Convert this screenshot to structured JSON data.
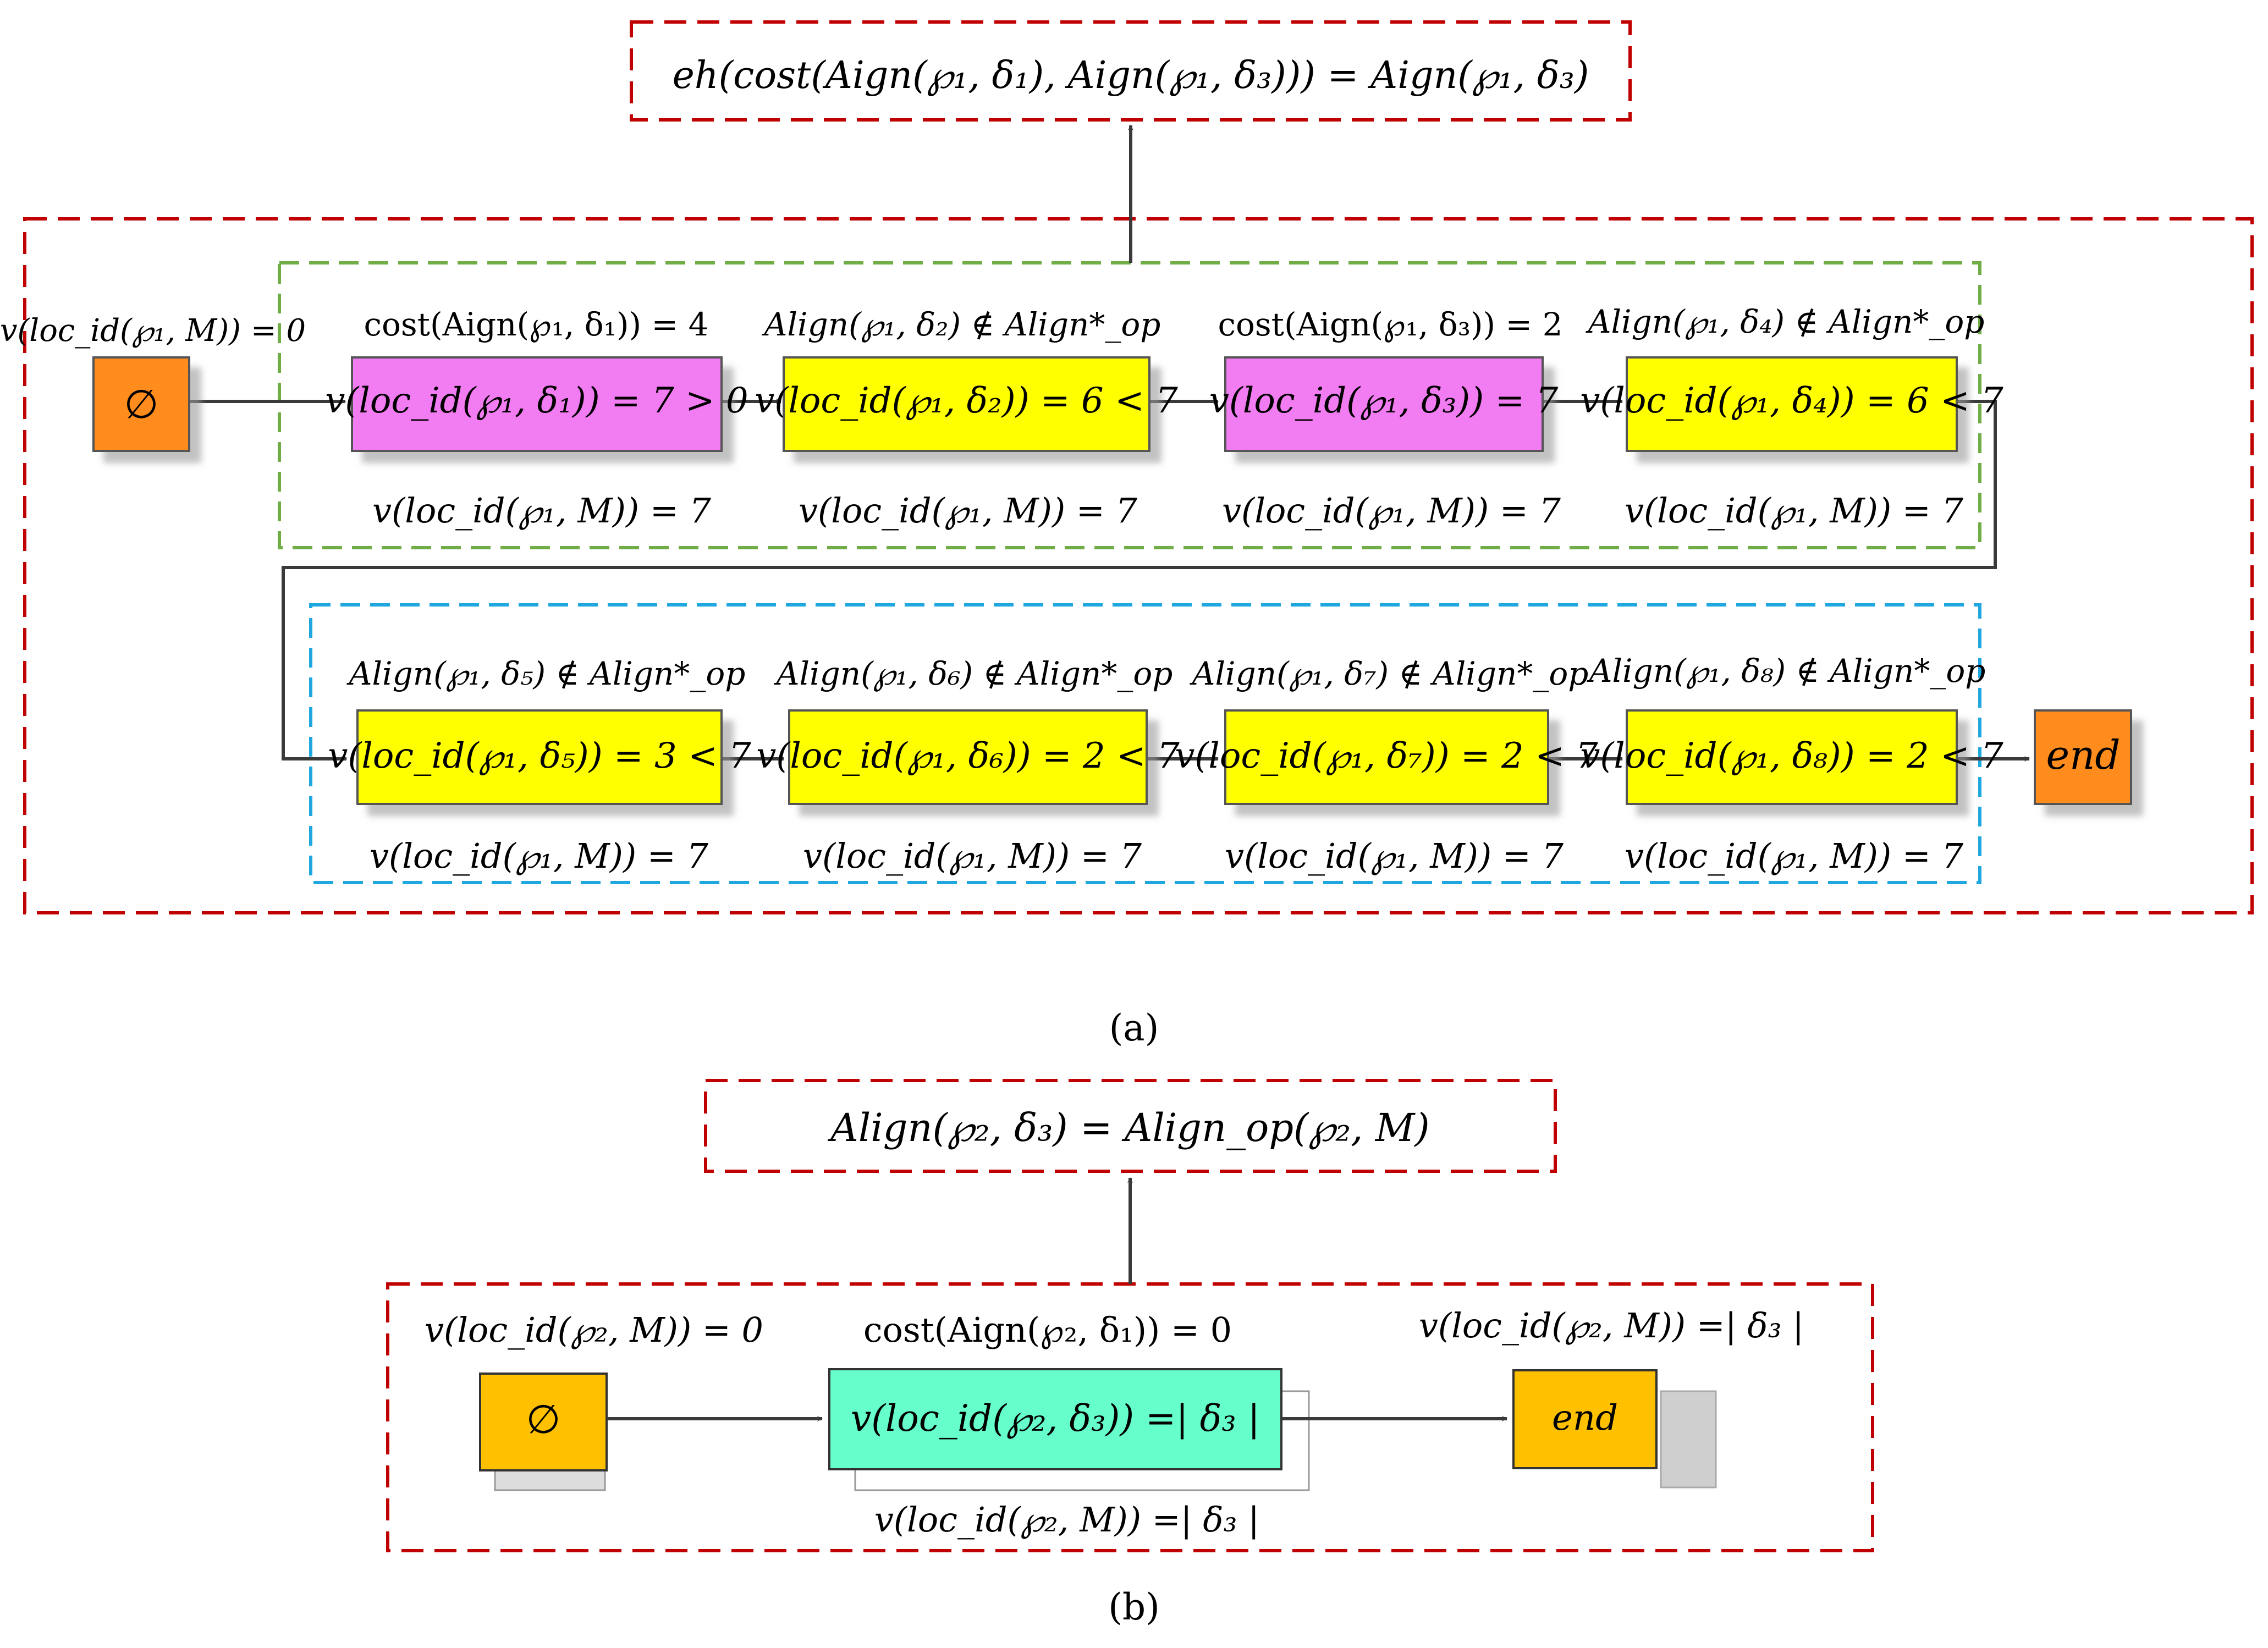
{
  "panel_a": {
    "caption": "(a)",
    "result_formula": "eh(cost(Aign(℘₁, δ₁), Aign(℘₁, δ₃))) = Aign(℘₁, δ₃)",
    "start": {
      "symbol": "∅",
      "label": "v(loc_id(℘₁, M)) = 0",
      "color": "#FF8C1A"
    },
    "end": {
      "symbol": "end",
      "color": "#FF8C1A"
    },
    "row1_nodes": [
      {
        "top": "cost(Aign(℘₁, δ₁)) = 4",
        "box": "v(loc_id(℘₁, δ₁)) = 7 > 0",
        "bottom": "v(loc_id(℘₁, M)) = 7",
        "color": "#F27CF2"
      },
      {
        "top": "Align(℘₁, δ₂) ∉ Align*_op",
        "box": "v(loc_id(℘₁, δ₂)) = 6 < 7",
        "bottom": "v(loc_id(℘₁, M)) = 7",
        "color": "#FFFF00"
      },
      {
        "top": "cost(Aign(℘₁, δ₃)) = 2",
        "box": "v(loc_id(℘₁, δ₃)) = 7",
        "bottom": "v(loc_id(℘₁, M)) = 7",
        "color": "#F27CF2"
      },
      {
        "top": "Align(℘₁, δ₄) ∉ Align*_op",
        "box": "v(loc_id(℘₁, δ₄)) = 6 < 7",
        "bottom": "v(loc_id(℘₁, M)) = 7",
        "color": "#FFFF00"
      }
    ],
    "row2_nodes": [
      {
        "top": "Align(℘₁, δ₅) ∉ Align*_op",
        "box": "v(loc_id(℘₁, δ₅)) = 3 < 7",
        "bottom": "v(loc_id(℘₁, M)) = 7",
        "color": "#FFFF00"
      },
      {
        "top": "Align(℘₁, δ₆) ∉ Align*_op",
        "box": "v(loc_id(℘₁, δ₆)) = 2 < 7",
        "bottom": "v(loc_id(℘₁, M)) = 7",
        "color": "#FFFF00"
      },
      {
        "top": "Align(℘₁, δ₇) ∉ Align*_op",
        "box": "v(loc_id(℘₁, δ₇)) = 2 < 7",
        "bottom": "v(loc_id(℘₁, M)) = 7",
        "color": "#FFFF00"
      },
      {
        "top": "Align(℘₁, δ₈) ∉ Align*_op",
        "box": "v(loc_id(℘₁, δ₈)) = 2 < 7",
        "bottom": "v(loc_id(℘₁, M)) = 7",
        "color": "#FFFF00"
      }
    ],
    "frame_colors": {
      "outer": "#C00000",
      "row1": "#70AD47",
      "row2": "#1FA7E0"
    }
  },
  "panel_b": {
    "caption": "(b)",
    "result_formula": "Align(℘₂, δ₃) = Align_op(℘₂, M)",
    "start": {
      "symbol": "∅",
      "label": "v(loc_id(℘₂, M)) = 0",
      "color": "#FFC000"
    },
    "middle": {
      "top": "cost(Aign(℘₂, δ₁)) = 0",
      "box": "v(loc_id(℘₂, δ₃)) =| δ₃ |",
      "bottom": "v(loc_id(℘₂, M)) =| δ₃ |",
      "color": "#66FFCC"
    },
    "end": {
      "symbol": "end",
      "label": "v(loc_id(℘₂, M)) =| δ₃ |",
      "color": "#FFC000"
    },
    "frame_colors": {
      "outer": "#C00000"
    }
  }
}
